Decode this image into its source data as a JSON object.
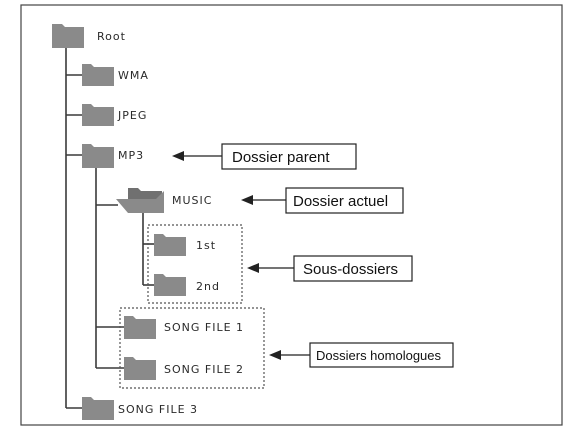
{
  "nodes": {
    "root": "Root",
    "wma": "WMA",
    "jpeg": "JPEG",
    "mp3": "MP3",
    "music": "MUSIC",
    "first": "1st",
    "second": "2nd",
    "song_file_1": "SONG FILE 1",
    "song_file_2": "SONG FILE 2",
    "song_file_3": "SONG FILE 3"
  },
  "callouts": {
    "parent_folder": "Dossier parent",
    "current_folder": "Dossier actuel",
    "subfolders": "Sous-dossiers",
    "sibling_folders": "Dossiers homologues"
  },
  "colors": {
    "folder": "#8a8a8a",
    "line": "#3a3a3a",
    "text": "#2a2a2a"
  }
}
